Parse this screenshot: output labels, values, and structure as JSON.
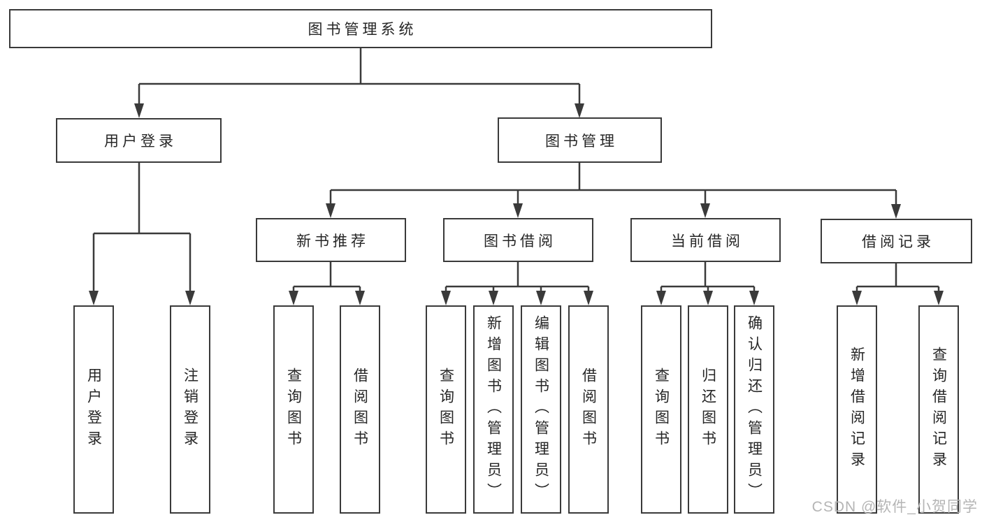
{
  "diagram_type": "functional-structure-tree",
  "colors": {
    "line": "#3a3a3a",
    "box_border": "#3a3a3a",
    "box_fill": "#ffffff",
    "text": "#262626",
    "watermark": "#b5b5b5",
    "background": "#ffffff"
  },
  "nodes": {
    "root": {
      "label": "图书管理系统"
    },
    "branches": [
      {
        "label": "用户登录",
        "leaves": [
          {
            "label": "用户登录"
          },
          {
            "label": "注销登录"
          }
        ]
      },
      {
        "label": "图书管理",
        "groups": [
          {
            "label": "新书推荐",
            "leaves": [
              {
                "label": "查询图书"
              },
              {
                "label": "借阅图书"
              }
            ]
          },
          {
            "label": "图书借阅",
            "leaves": [
              {
                "label": "查询图书"
              },
              {
                "label": "新增图书（管理员）"
              },
              {
                "label": "编辑图书（管理员）"
              },
              {
                "label": "借阅图书"
              }
            ]
          },
          {
            "label": "当前借阅",
            "leaves": [
              {
                "label": "查询图书"
              },
              {
                "label": "归还图书"
              },
              {
                "label": "确认归还（管理员）"
              }
            ]
          },
          {
            "label": "借阅记录",
            "leaves": [
              {
                "label": "新增借阅记录"
              },
              {
                "label": "查询借阅记录"
              }
            ]
          }
        ]
      }
    ]
  },
  "watermark": {
    "text": "CSDN @软件_小贺同学"
  }
}
